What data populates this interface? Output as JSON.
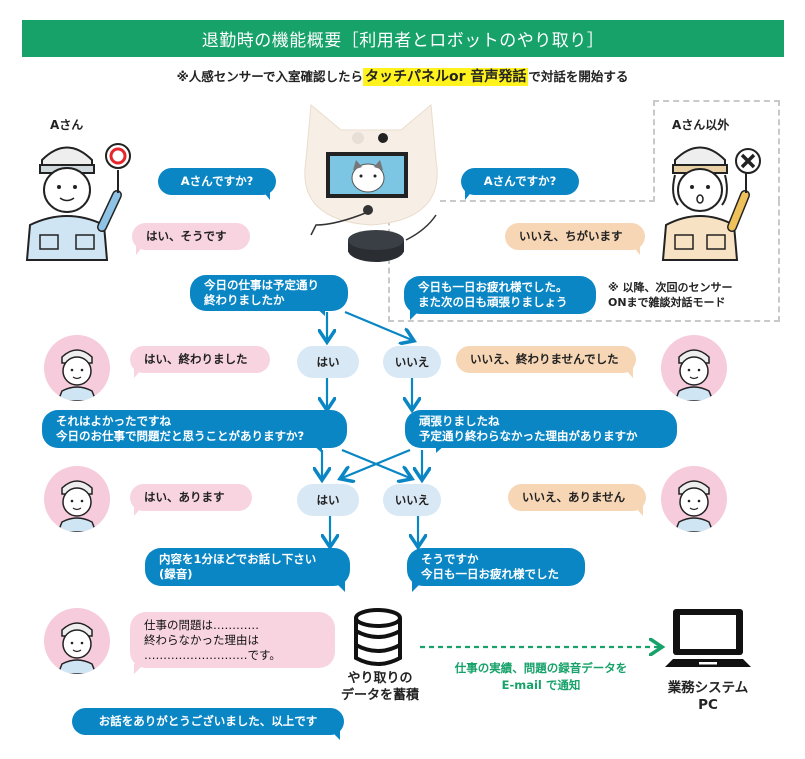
{
  "header": {
    "title": "退勤時の機能概要［利用者とロボットのやり取り］",
    "subtitle_prefix": "※人感センサーで入室確認したら",
    "subtitle_highlight": "タッチパネルor 音声発話",
    "subtitle_suffix": "で対話を開始する"
  },
  "colors": {
    "banner": "#17a26a",
    "robot_bubble": "#0a86c4",
    "user_bubble_pink": "#f8d4e1",
    "user_bubble_peach": "#f6d6b5",
    "choice_pill": "#d8e8f5",
    "highlight": "#fff21d",
    "notify_green": "#17a26a"
  },
  "identification": {
    "left_person_label": "Aさん",
    "left_sign_icon": "circle-ok-sign",
    "right_person_label": "Aさん以外",
    "right_sign_icon": "cross-ng-sign",
    "robot_ask_left": "Aさんですか?",
    "robot_ask_right": "Aさんですか?",
    "user_yes": "はい、そうです",
    "user_no": "いいえ、ちがいます",
    "robot_goodbye": [
      "今日も一日お疲れ様でした。",
      "また次の日も頑張りましょう"
    ],
    "note": [
      "※ 以降、次回のセンサー",
      "ONまで雑談対話モード"
    ]
  },
  "flow": {
    "q1": [
      "今日の仕事は予定通り",
      "終わりましたか"
    ],
    "q1_choices": [
      "はい",
      "いいえ"
    ],
    "q1_user_yes": "はい、終わりました",
    "q1_user_no": "いいえ、終わりませんでした",
    "q2_yes": [
      "それはよかったですね",
      "今日のお仕事で問題だと思うことがありますか?"
    ],
    "q2_no": [
      "頑張りましたね",
      "予定通り終わらなかった理由がありますか"
    ],
    "q2_choices": [
      "はい",
      "いいえ"
    ],
    "q2_user_yes": "はい、あります",
    "q2_user_no": "いいえ、ありません",
    "r_yes": [
      "内容を1分ほどでお話し下さい",
      "(録音)"
    ],
    "r_no": [
      "そうですか",
      "今日も一日お疲れ様でした"
    ],
    "user_report": [
      "仕事の問題は…………",
      "終わらなかった理由は",
      "………………………です。"
    ],
    "robot_end": "お話をありがとうございました、以上です"
  },
  "data_flow": {
    "storage_label": [
      "やり取りの",
      "データを蓄積"
    ],
    "storage_icon": "database-icon",
    "notify_text": [
      "仕事の実績、問題の録音データを",
      "E-mail で通知"
    ],
    "pc_label": [
      "業務システム",
      "PC"
    ],
    "pc_icon": "laptop-icon"
  }
}
